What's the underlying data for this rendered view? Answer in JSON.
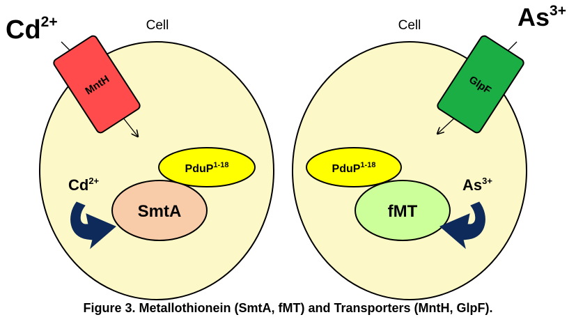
{
  "left_cell": {
    "cell_label": "Cell",
    "ion_outside": {
      "base": "Cd",
      "charge": "2+"
    },
    "transporter": "MntH",
    "ion_inside": {
      "base": "Cd",
      "charge": "2+"
    },
    "protein": "SmtA",
    "tag": {
      "base": "PduP",
      "sup": "1-18"
    }
  },
  "right_cell": {
    "cell_label": "Cell",
    "ion_outside": {
      "base": "As",
      "charge": "3+"
    },
    "transporter": "GlpF",
    "ion_inside": {
      "base": "As",
      "charge": "3+"
    },
    "protein": "fMT",
    "tag": {
      "base": "PduP",
      "sup": "1-18"
    }
  },
  "caption": "Figure 3. Metallothionein (SmtA, fMT) and Transporters (MntH, GlpF).",
  "colors": {
    "cell_fill": "#FCF8C8",
    "mntH_fill": "#FF4B4B",
    "glpF_fill": "#1AAE45",
    "tag_fill": "#FFFF00",
    "smtA_fill": "#F8CCA8",
    "fMT_fill": "#CCFF99",
    "curved_arrow": "#0E2A5A"
  }
}
